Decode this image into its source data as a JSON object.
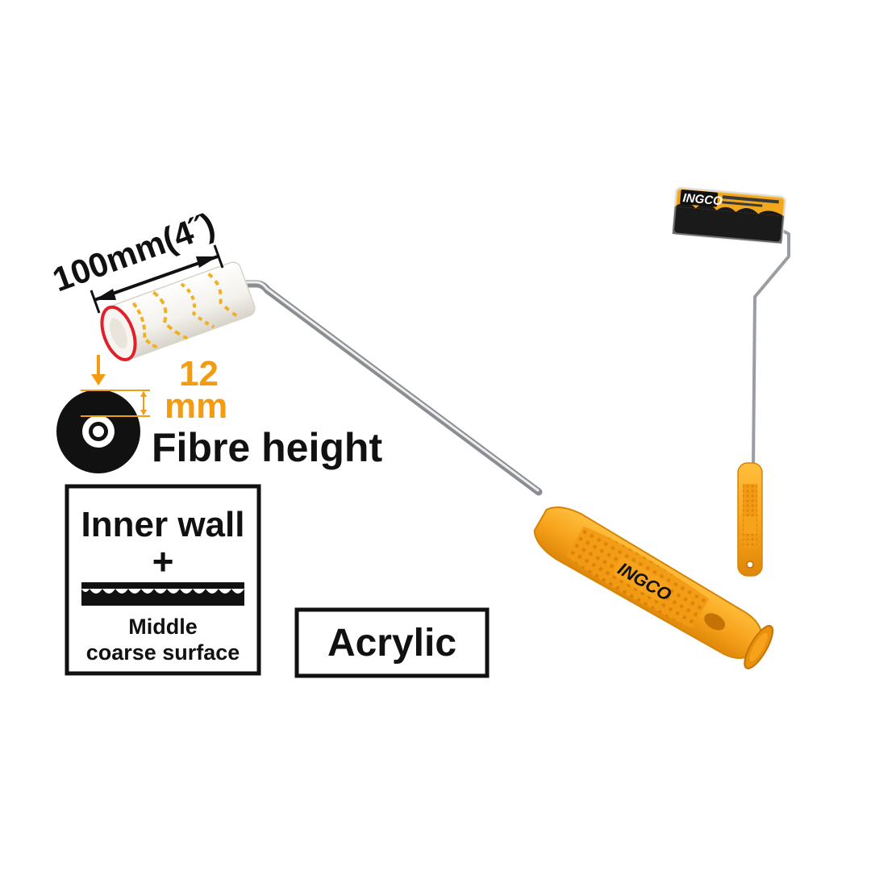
{
  "dimension": {
    "roller_width": "100mm(4˝)"
  },
  "fibre": {
    "value": "12",
    "unit": "mm",
    "label": "Fibre height"
  },
  "surface_box": {
    "title": "Inner wall",
    "plus": "+",
    "line1": "Middle",
    "line2": "coarse surface"
  },
  "material": {
    "label": "Acrylic"
  },
  "brand": {
    "handle_logo": "INGCO",
    "package_logo": "INGCO"
  },
  "colors": {
    "handle": "#f7a21b",
    "handle_dark": "#e08a0c",
    "fibre_stripe": "#f2b01e",
    "accent_orange": "#f39c12",
    "outline_red": "#e0202a",
    "frame": "#111111"
  }
}
